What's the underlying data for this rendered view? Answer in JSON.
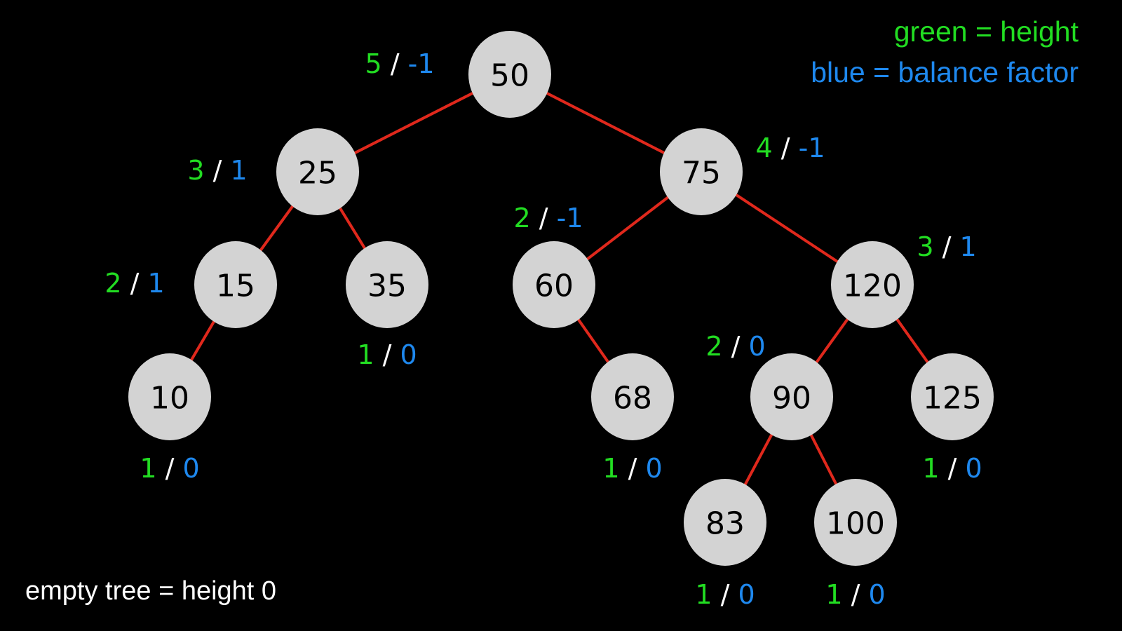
{
  "legend": {
    "height_label": "green = height",
    "balance_label": "blue = balance factor",
    "height_color": "#22dd22",
    "balance_color": "#1e88ee",
    "separator_color": "#ffffff"
  },
  "footnote": "empty tree = height 0",
  "tree": {
    "separator": "/",
    "nodes": [
      {
        "id": "50",
        "value": "50",
        "height": "5",
        "balance": "-1",
        "parent": null
      },
      {
        "id": "25",
        "value": "25",
        "height": "3",
        "balance": "1",
        "parent": "50"
      },
      {
        "id": "75",
        "value": "75",
        "height": "4",
        "balance": "-1",
        "parent": "50"
      },
      {
        "id": "15",
        "value": "15",
        "height": "2",
        "balance": "1",
        "parent": "25"
      },
      {
        "id": "35",
        "value": "35",
        "height": "1",
        "balance": "0",
        "parent": "25"
      },
      {
        "id": "60",
        "value": "60",
        "height": "2",
        "balance": "-1",
        "parent": "75"
      },
      {
        "id": "120",
        "value": "120",
        "height": "3",
        "balance": "1",
        "parent": "75"
      },
      {
        "id": "10",
        "value": "10",
        "height": "1",
        "balance": "0",
        "parent": "15"
      },
      {
        "id": "68",
        "value": "68",
        "height": "1",
        "balance": "0",
        "parent": "60"
      },
      {
        "id": "90",
        "value": "90",
        "height": "2",
        "balance": "0",
        "parent": "120"
      },
      {
        "id": "125",
        "value": "125",
        "height": "1",
        "balance": "0",
        "parent": "120"
      },
      {
        "id": "83",
        "value": "83",
        "height": "1",
        "balance": "0",
        "parent": "90"
      },
      {
        "id": "100",
        "value": "100",
        "height": "1",
        "balance": "0",
        "parent": "90"
      }
    ]
  }
}
